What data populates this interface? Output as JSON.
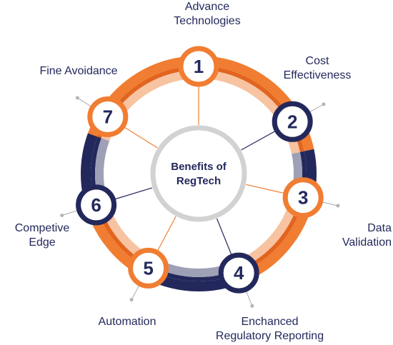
{
  "center": {
    "line1": "Benefits of",
    "line2": "RegTech"
  },
  "colors": {
    "orange": "#f07d32",
    "orange_light": "#f7c3a1",
    "orange_dark": "#e2641f",
    "navy": "#23285c",
    "navy_light": "#9ea0b6",
    "gray": "#d2d2d2",
    "text": "#23285c"
  },
  "nodes": [
    {
      "number": "1",
      "label": [
        "Advance",
        "Technologies"
      ],
      "style": "orange"
    },
    {
      "number": "2",
      "label": [
        "Cost",
        "Effectiveness"
      ],
      "style": "navy"
    },
    {
      "number": "3",
      "label": [
        "Data",
        "Validation"
      ],
      "style": "orange"
    },
    {
      "number": "4",
      "label": [
        "Enchanced",
        "Regulatory Reporting"
      ],
      "style": "navy"
    },
    {
      "number": "5",
      "label": [
        "Automation"
      ],
      "style": "orange"
    },
    {
      "number": "6",
      "label": [
        "Competive",
        "Edge"
      ],
      "style": "navy"
    },
    {
      "number": "7",
      "label": [
        "Fine Avoidance"
      ],
      "style": "orange"
    }
  ]
}
